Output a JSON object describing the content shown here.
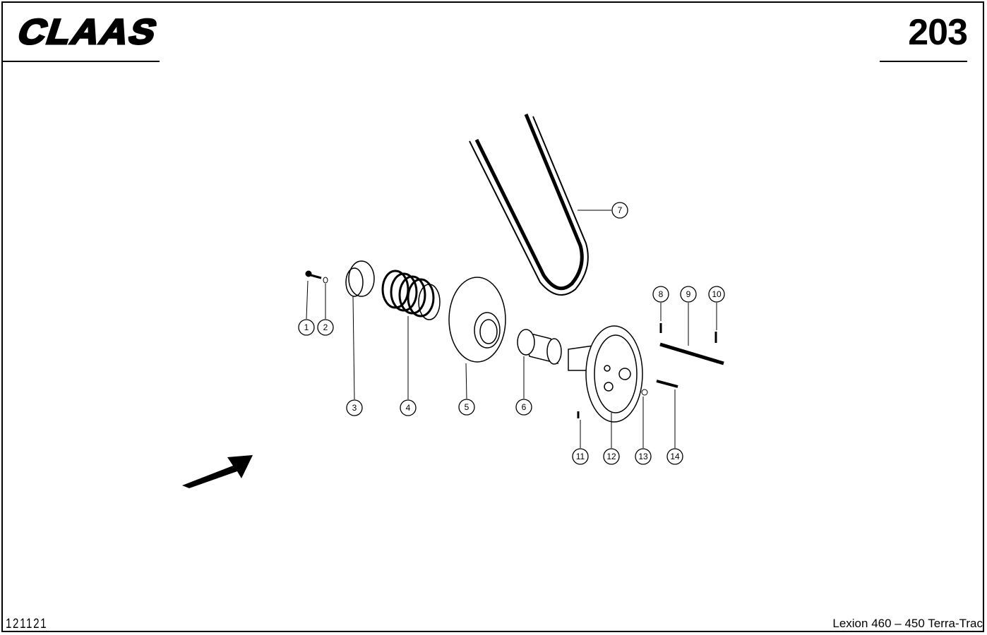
{
  "header": {
    "brand": "CLAAS",
    "page_number": "203"
  },
  "footer": {
    "document_code": "121121",
    "model": "Lexion 460 – 450 Terra-Trac"
  },
  "callouts": {
    "1": "1",
    "2": "2",
    "3": "3",
    "4": "4",
    "5": "5",
    "6": "6",
    "7": "7",
    "8": "8",
    "9": "9",
    "10": "10",
    "11": "11",
    "12": "12",
    "13": "13",
    "14": "14"
  }
}
